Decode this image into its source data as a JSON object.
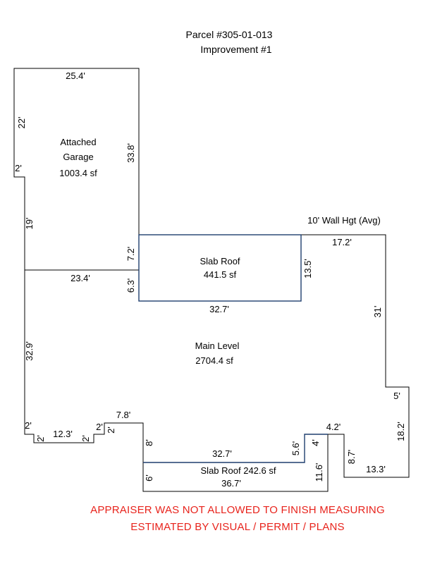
{
  "header": {
    "parcel": "Parcel #305-01-013",
    "improvement": "Improvement #1"
  },
  "wall_height": "10' Wall Hgt (Avg)",
  "areas": {
    "garage": {
      "name_line1": "Attached",
      "name_line2": "Garage",
      "area": "1003.4 sf"
    },
    "slab_roof_upper": {
      "name": "Slab Roof",
      "area": "441.5 sf"
    },
    "main_level": {
      "name": "Main Level",
      "area": "2704.4 sf"
    },
    "slab_roof_lower": {
      "label": "Slab Roof  242.6 sf"
    }
  },
  "dimensions": {
    "garage_top": "25.4'",
    "garage_left_upper": "22'",
    "garage_left_step": "2'",
    "garage_left_lower": "19'",
    "garage_right": "33.8'",
    "garage_bottom": "23.4'",
    "slab_left_upper": "7.2'",
    "slab_left_lower": "6.3'",
    "slab_right": "13.5'",
    "slab_bottom": "32.7'",
    "main_top_right": "17.2'",
    "main_right": "31'",
    "right_step": "5'",
    "right_lower": "18.2'",
    "right_bottom": "13.3'",
    "inner_vertical": "8.7'",
    "notch_top": "4.2'",
    "notch_inner": "4'",
    "notch_outer": "11.6'",
    "lower_slab_right": "5.6'",
    "lower_slab_top": "32.7'",
    "lower_slab_bottom": "36.7'",
    "lower_left_upper": "8'",
    "lower_left_lower": "6'",
    "bay_top": "7.8'",
    "left_main": "32.9'",
    "left_step": "2'",
    "bottom_left_vertical": "2'",
    "bottom_left_width": "12.3'",
    "bottom_mid_vertical": "2'",
    "bottom_mid_step": "2'",
    "bay_vertical": "2'"
  },
  "notice": {
    "line1": "APPRAISER WAS NOT ALLOWED TO FINISH MEASURING",
    "line2": "ESTIMATED BY VISUAL / PERMIT / PLANS",
    "color": "#e8231c"
  },
  "colors": {
    "outline": "#000000",
    "area_divider": "#1f3f6e"
  }
}
